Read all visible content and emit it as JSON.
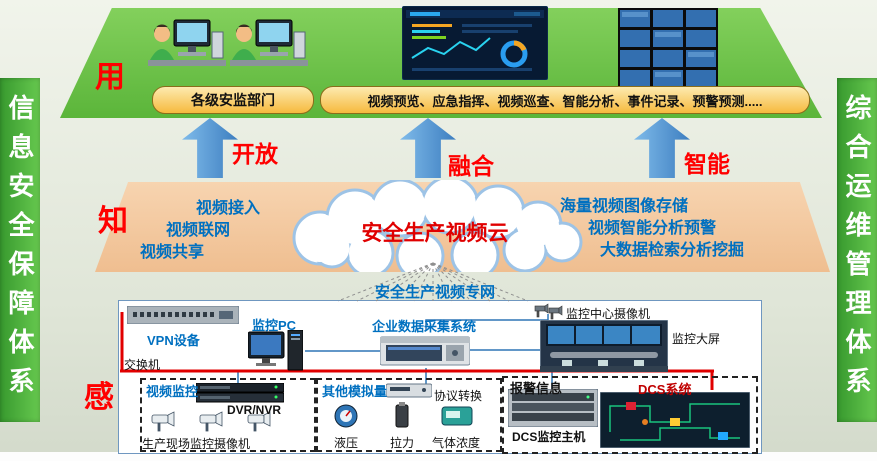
{
  "side_bars": {
    "left": "信息安全保障体系",
    "right": "综合运维管理体系"
  },
  "layer_tags": {
    "use": "用",
    "know": "知",
    "sense": "感"
  },
  "use_layer": {
    "dept_box": "各级安监部门",
    "functions_box": "视频预览、应急指挥、视频巡查、智能分析、事件记录、预警预测....."
  },
  "arrow_labels": {
    "left": "开放",
    "center": "融合",
    "right": "智能"
  },
  "know_layer": {
    "cloud_label": "安全生产视频云",
    "left_items": [
      "视频接入",
      "视频联网",
      "视频共享"
    ],
    "right_items": [
      "海量视频图像存储",
      "视频智能分析预警",
      "大数据检索分析挖掘"
    ]
  },
  "sense_layer": {
    "network_label": "安全生产视频专网",
    "labels": {
      "vpn": "VPN设备",
      "switch": "交换机",
      "monitor_pc": "监控PC",
      "data_acquisition": "企业数据采集系统",
      "center_camera": "监控中心摄像机",
      "big_screen": "监控大屏"
    },
    "video_group": {
      "title": "视频监控",
      "dvr": "DVR/NVR",
      "cameras": "生产现场监控摄像机"
    },
    "analog_group": {
      "title": "其他模拟量",
      "converter": "协议转换",
      "sensors": [
        "液压",
        "拉力",
        "气体浓度"
      ]
    },
    "alarm_group": {
      "title": "报警信息",
      "dcs_host": "DCS监控主机",
      "dcs_system": "DCS系统"
    }
  },
  "colors": {
    "red": "#ff0000",
    "label_blue": "#0070c0",
    "bar_green": "#4caf3e",
    "platform_green": "#69bf45",
    "band_peach": "#f5cba6",
    "arrow_blue": "#4a90d2",
    "box_orange": "#f6b93e",
    "bus_red": "#e10000",
    "dcs_label_red": "#c00000"
  }
}
